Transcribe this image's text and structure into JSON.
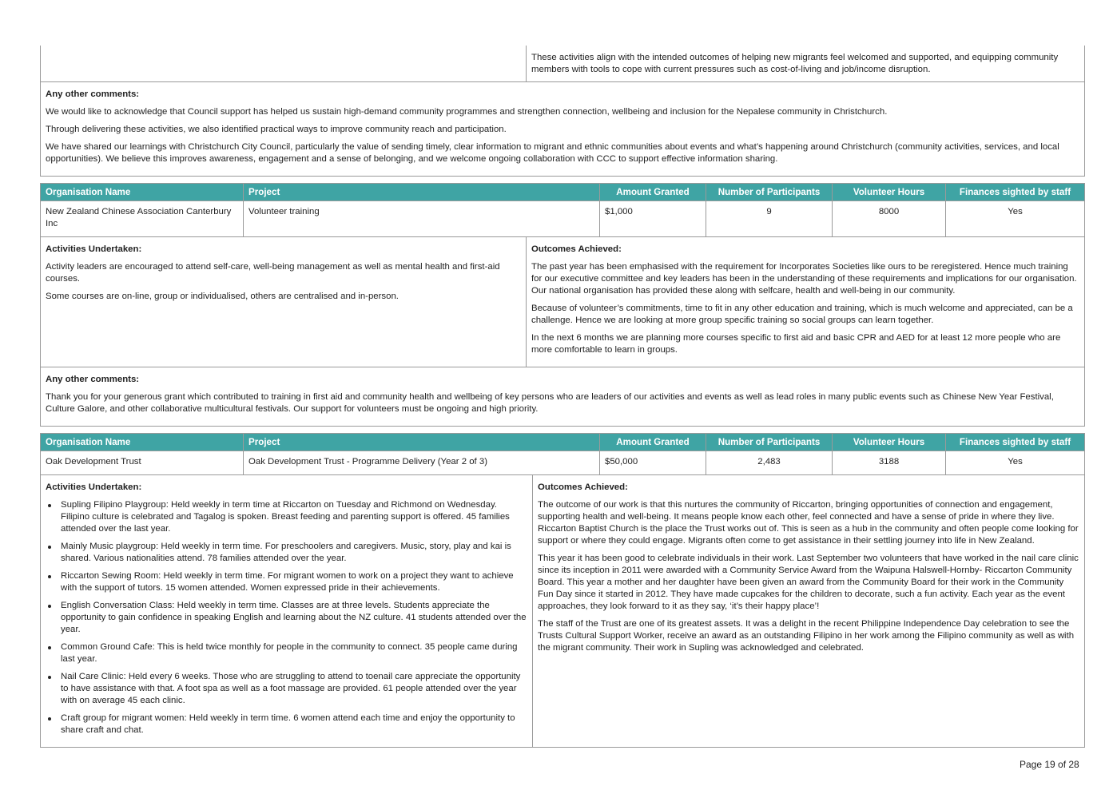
{
  "top": {
    "outcomes_tail": "These activities align with the intended outcomes of helping new migrants feel welcomed and supported, and equipping community members with tools to cope with current pressures such as cost-of-living and job/income disruption.",
    "comments_label": "Any other comments:",
    "comments": [
      "We would like to acknowledge that Council support has helped us sustain high-demand community programmes and strengthen connection, wellbeing and inclusion for the Nepalese community in Christchurch.",
      "Through delivering these activities, we also identified practical ways to improve community reach and participation.",
      "We have shared our learnings with Christchurch City Council, particularly the value of sending timely, clear information to migrant and ethnic communities about events and what’s happening around Christchurch (community activities, services, and local opportunities). We believe this improves awareness, engagement and a sense of belonging, and we welcome ongoing collaboration with CCC to support effective information sharing."
    ]
  },
  "headers": [
    "Organisation Name",
    "Project",
    "Amount Granted",
    "Number of Participants",
    "Volunteer Hours",
    "Finances sighted by staff"
  ],
  "labels": {
    "activities": "Activities Undertaken:",
    "outcomes": "Outcomes Achieved:",
    "comments": "Any other comments:"
  },
  "g1": {
    "row": [
      "New Zealand Chinese Association Canterbury Inc",
      "Volunteer training",
      "$1,000",
      "9",
      "8000",
      "Yes"
    ],
    "activities": [
      "Activity leaders are encouraged to attend self-care, well-being management as well as mental health and first-aid courses.",
      "Some courses are on-line, group or individualised, others are centralised and in-person."
    ],
    "outcomes": [
      "The past year has been emphasised with the requirement for Incorporates Societies like ours to be reregistered. Hence much training for our executive committee and key leaders has been in the understanding of these requirements and implications for our organisation. Our national organisation has provided these along with selfcare, health and well-being in our community.",
      "Because of volunteer’s commitments, time to fit in any other education and training, which is much welcome and appreciated, can be a challenge. Hence we are looking at more group specific training so social groups can learn together.",
      "In the next 6 months we are planning more courses specific to first aid and basic CPR and AED for at least 12 more people who are more comfortable to learn in groups."
    ],
    "comments": "Thank you for your generous grant which contributed to training in first aid and community health and wellbeing of key persons who are leaders of our activities and events as well as lead roles in many public events such as Chinese New Year Festival, Culture Galore, and other collaborative multicultural festivals. Our support for volunteers must be ongoing and high priority."
  },
  "g2": {
    "row": [
      "Oak Development Trust",
      "Oak Development Trust - Programme Delivery (Year 2 of 3)",
      "$50,000",
      "2,483",
      "3188",
      "Yes"
    ],
    "activities": [
      "Supling Filipino Playgroup: Held weekly in term time at Riccarton on Tuesday and Richmond on Wednesday. Filipino culture is celebrated and Tagalog is spoken. Breast feeding and parenting support is offered. 45 families attended over the last year.",
      "Mainly Music playgroup: Held weekly in term time. For preschoolers and caregivers. Music, story, play and kai is shared. Various nationalities attend. 78 families attended over the year.",
      "Riccarton Sewing Room: Held weekly in term time. For migrant women to work on a project they want to achieve with the support of tutors. 15 women attended. Women expressed pride in their achievements.",
      "English Conversation Class: Held weekly in term time. Classes are at three levels. Students appreciate the opportunity to gain confidence in speaking English and learning about the NZ culture. 41 students attended over the year.",
      "Common Ground Cafe: This is held twice monthly for people in the community to connect. 35 people came during last year.",
      "Nail Care Clinic: Held every 6 weeks. Those who are struggling to attend to toenail care appreciate the opportunity to have assistance with that. A foot spa as well as a foot massage are provided. 61 people attended over the year with on average 45 each clinic.",
      "Craft group for migrant women: Held weekly in term time. 6 women attend each time and enjoy the opportunity to share craft and chat."
    ],
    "outcomes": [
      "The outcome of our work is that this nurtures the community of Riccarton, bringing opportunities of connection and engagement, supporting health and well-being. It means people know each other, feel connected and have a sense of pride in where they live. Riccarton Baptist Church is the place the Trust works out of. This is seen as a hub in the community and often people come looking for support or where they could engage. Migrants often come to get assistance in their settling journey into life in New Zealand.",
      "This year it has been good to celebrate individuals in their work. Last September two volunteers that have worked in the nail care clinic since its inception in 2011 were awarded with a Community Service Award from the Waipuna Halswell-Hornby- Riccarton Community Board. This year a mother and her daughter have been given an award from the Community Board for their work in the Community Fun Day since it started in 2012. They have made cupcakes for the children to decorate, such a fun activity. Each year as the event approaches, they look forward to it as they say, ‘it’s their happy place’!",
      "The staff of the Trust are one of its greatest assets. It was a delight in the recent Philippine Independence Day celebration to see the Trusts Cultural Support Worker, receive an award as an outstanding Filipino in her work among the Filipino community as well as with the migrant community. Their work in Supling was acknowledged and celebrated."
    ]
  },
  "footer": {
    "page": "Page 19 of 28"
  },
  "colors": {
    "header": "#3fa4a4"
  }
}
